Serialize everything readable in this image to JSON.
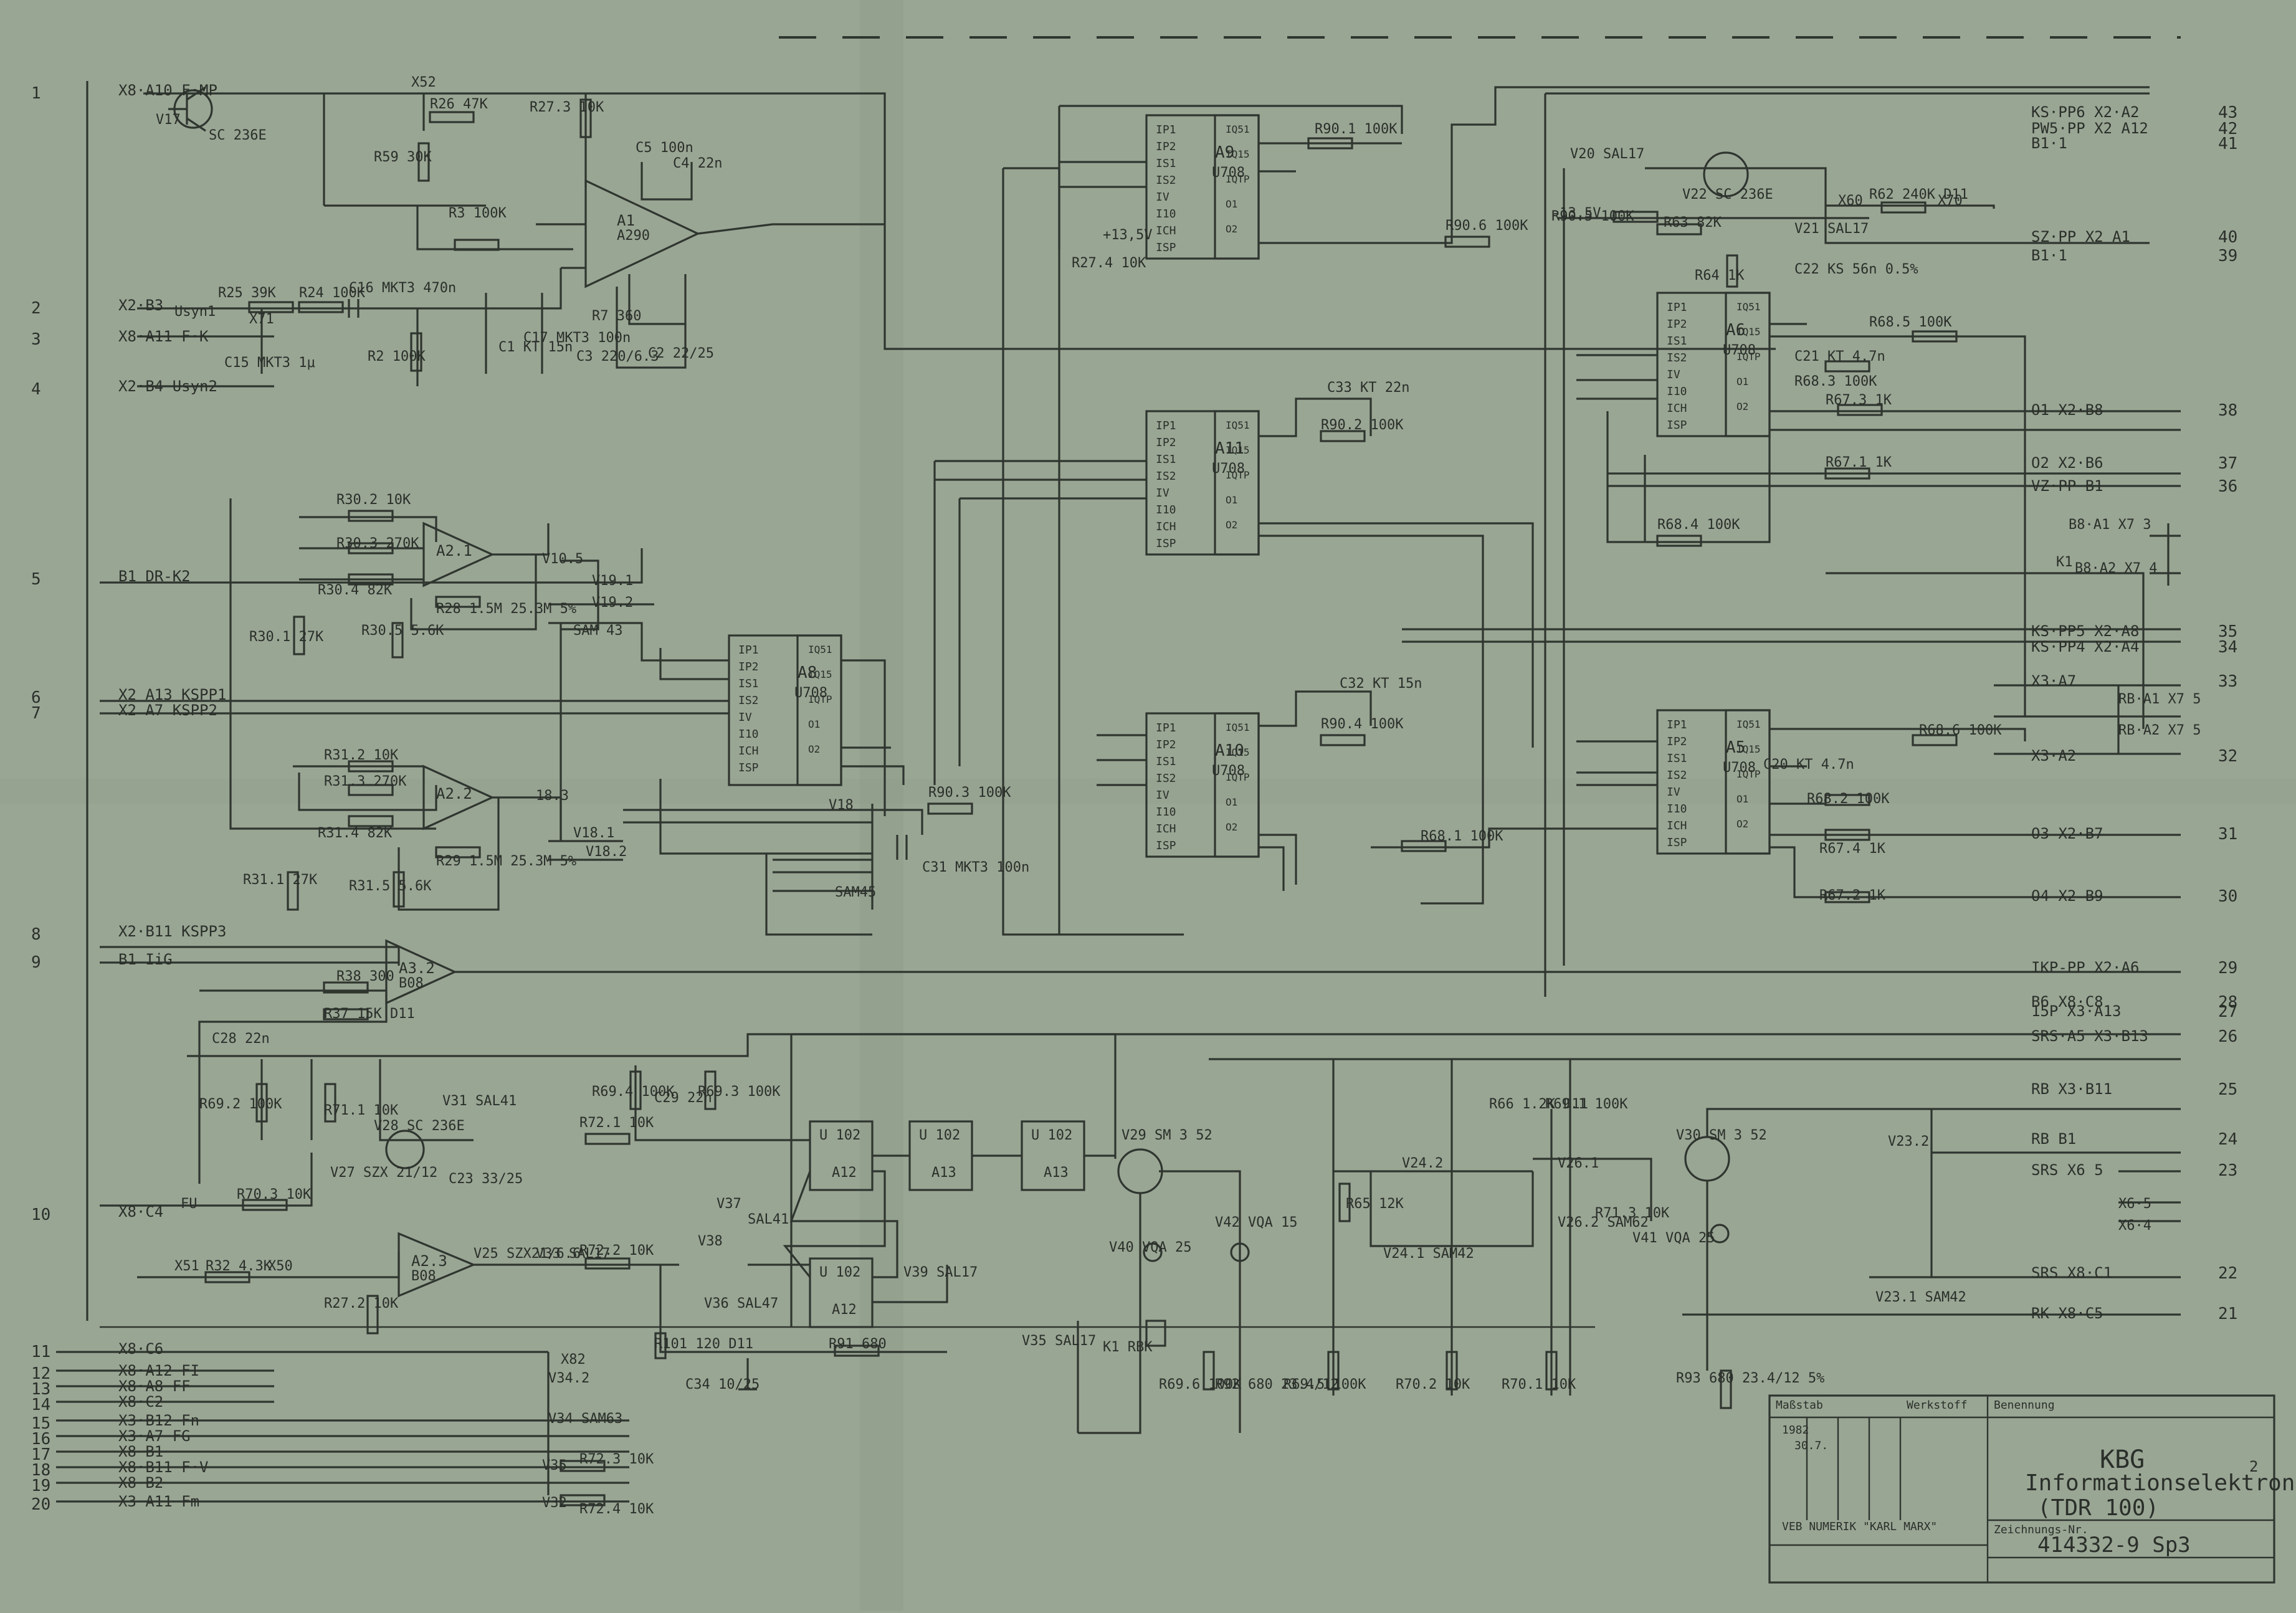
{
  "colors": {
    "paper": "#9aa694",
    "ink": "#2f352f",
    "fold": "#8d9987"
  },
  "left_connectors": [
    {
      "num": "1",
      "label": "X8·A10 F·MP"
    },
    {
      "num": "2",
      "label": "X2·B3"
    },
    {
      "num": "3",
      "label": "X8·A11 F·K"
    },
    {
      "num": "4",
      "label": "X2·B4 Usyn2"
    },
    {
      "num": "5",
      "label": "B1 DR-K2"
    },
    {
      "num": "6",
      "label": "X2 A13 KSPP1"
    },
    {
      "num": "7",
      "label": "X2 A7 KSPP2"
    },
    {
      "num": "8",
      "label": "X2·B11 KSPP3"
    },
    {
      "num": "9",
      "label": "B1 IiG"
    },
    {
      "num": "10",
      "label": "X8·C4"
    },
    {
      "num": "11",
      "label": "X8·C6"
    },
    {
      "num": "12",
      "label": "X8·A12 FI"
    },
    {
      "num": "13",
      "label": "X8·A8 FF"
    },
    {
      "num": "14",
      "label": "X8·C2"
    },
    {
      "num": "15",
      "label": "X3·B12 Fn"
    },
    {
      "num": "16",
      "label": "X3·A7 FG"
    },
    {
      "num": "17",
      "label": "X8 B1"
    },
    {
      "num": "18",
      "label": "X8·B11 F·V"
    },
    {
      "num": "19",
      "label": "X8 B2"
    },
    {
      "num": "20",
      "label": "X3 A11 Fm"
    }
  ],
  "right_connectors": [
    {
      "num": "43",
      "label": "KS·PP6 X2·A2"
    },
    {
      "num": "42",
      "label": "PW5·PP X2 A12"
    },
    {
      "num": "41",
      "label": "B1·1"
    },
    {
      "num": "40",
      "label": "SZ·PP X2 A1"
    },
    {
      "num": "39",
      "label": "B1·1"
    },
    {
      "num": "38",
      "label": "O1 X2·B8"
    },
    {
      "num": "37",
      "label": "O2 X2·B6"
    },
    {
      "num": "36",
      "label": "VZ·PP B1"
    },
    {
      "num": "35",
      "label": "KS·PP5 X2·A8"
    },
    {
      "num": "34",
      "label": "KS·PP4 X2·A4"
    },
    {
      "num": "33",
      "label": "X3·A7"
    },
    {
      "num": "32",
      "label": "X3·A2"
    },
    {
      "num": "31",
      "label": "O3 X2·B7"
    },
    {
      "num": "30",
      "label": "O4 X2 B9"
    },
    {
      "num": "29",
      "label": "IKP-PP X2·A6"
    },
    {
      "num": "28",
      "label": "B6 X8·C8"
    },
    {
      "num": "27",
      "label": "15P X3·A13"
    },
    {
      "num": "26",
      "label": "SRS·A5 X3·B13"
    },
    {
      "num": "25",
      "label": "RB X3·B11"
    },
    {
      "num": "24",
      "label": "RB B1"
    },
    {
      "num": "23",
      "label": "SRS X6 5"
    },
    {
      "num": "22",
      "label": "SRS X8·C1"
    },
    {
      "num": "21",
      "label": "RK X8·C5"
    }
  ],
  "ics": [
    {
      "ref": "A9",
      "type": "U708",
      "pins_l": [
        "IP1",
        "IP2",
        "IS1",
        "IS2",
        "IV",
        "I10",
        "ICH",
        "ISP"
      ],
      "pins_r": [
        "IQ51",
        "IQ15",
        "IQTP",
        "O1",
        "O2"
      ]
    },
    {
      "ref": "A11",
      "type": "U708",
      "pins_l": [
        "IP1",
        "IP2",
        "IS1",
        "IS2",
        "IV",
        "I10",
        "ICH",
        "ISP"
      ],
      "pins_r": [
        "IQ51",
        "IQ15",
        "IQTP",
        "O1",
        "O2"
      ]
    },
    {
      "ref": "A10",
      "type": "U708",
      "pins_l": [
        "IP1",
        "IP2",
        "IS1",
        "IS2",
        "IV",
        "I10",
        "ICH",
        "ISP"
      ],
      "pins_r": [
        "IQ51",
        "IQ15",
        "IQTP",
        "O1",
        "O2"
      ]
    },
    {
      "ref": "A8",
      "type": "U708",
      "pins_l": [
        "IP1",
        "IP2",
        "IS1",
        "IS2",
        "IV",
        "I10",
        "ICH",
        "ISP"
      ],
      "pins_r": [
        "IQ51",
        "IQ15",
        "IQTP",
        "O1",
        "O2"
      ]
    },
    {
      "ref": "A6",
      "type": "U708",
      "pins_l": [
        "IP1",
        "IP2",
        "IS1",
        "IS2",
        "IV",
        "I10",
        "ICH",
        "ISP"
      ],
      "pins_r": [
        "IQ51",
        "IQ15",
        "IQTP",
        "O1",
        "O2"
      ]
    },
    {
      "ref": "A5",
      "type": "U708",
      "pins_l": [
        "IP1",
        "IP2",
        "IS1",
        "IS2",
        "IV",
        "I10",
        "ICH",
        "ISP"
      ],
      "pins_r": [
        "IQ51",
        "IQ15",
        "IQTP",
        "O1",
        "O2"
      ]
    }
  ],
  "opamps": [
    {
      "ref": "A1",
      "type": "A290"
    },
    {
      "ref": "A2.1",
      "type": ""
    },
    {
      "ref": "A2.2",
      "type": ""
    },
    {
      "ref": "A3.2",
      "type": "B08"
    },
    {
      "ref": "A2.3",
      "type": "B08"
    }
  ],
  "gates": [
    {
      "ref": "A12",
      "type": "U 102"
    },
    {
      "ref": "A13",
      "type": "U 102"
    },
    {
      "ref": "A13",
      "type": "U 102"
    },
    {
      "ref": "A12",
      "type": "U 102"
    }
  ],
  "labels": {
    "supply": "+13,5V",
    "supply_neg": "-13,5V",
    "v17": "V17",
    "v17t": "SC 236E",
    "r26": "R26 47K",
    "r273": "R27.3 10K",
    "r59": "R59 30K",
    "r3": "R3 100K",
    "r2": "R2 100K",
    "c5": "C5 100n",
    "c4": "C4 22n",
    "c1": "C1 KT 15n",
    "c17": "C17 MKT3 100n",
    "c3": "C3 220/6.3",
    "c2": "C2 22/25",
    "r7": "R7 360",
    "r25": "R25 39K",
    "r24": "R24 100K",
    "c16": "C16 MKT3 470n",
    "c15": "C15 MKT3 1μ",
    "x52": "X52",
    "x71": "X71",
    "usyn1": "Usyn1",
    "r302": "R30.2 10K",
    "r303": "R30.3 270K",
    "r304": "R30.4 82K",
    "r301": "R30.1 27K",
    "r305": "R30.5 5.6K",
    "r28": "R28 1.5M 25.3M 5%",
    "r312": "R31.2 10K",
    "r313": "R31.3 270K",
    "r314": "R31.4 82K",
    "r311": "R31.1 27K",
    "r315": "R31.5 5.6K",
    "r29": "R29 1.5M 25.3M 5%",
    "v191": "V19.1",
    "v192": "V19.2",
    "sam43": "SAM 43",
    "v181": "V18.1",
    "v182": "V18.2",
    "v183": "18.3",
    "v105": "V10.5",
    "v18": "V18",
    "sam45": "SAM45",
    "r903": "R90.3 100K",
    "c31": "C31 MKT3 100n",
    "r38": "R38 300",
    "r37": "R37 15K D11",
    "c28": "C28 22n",
    "r692": "R69.2 100K",
    "r711": "R71.1 10K",
    "v28": "V28 SC 236E",
    "v31": "V31 SAL41",
    "r721": "R72.1 10K",
    "r694": "R69.4 100K",
    "c29": "C29 22n",
    "r693": "R69.3 100K",
    "c23": "C23 33/25",
    "v27": "V27 SZX 21/12",
    "r703": "R70.3 10K",
    "fu": "FU",
    "r32": "R32 4.3K",
    "x51": "X51",
    "x50": "X50",
    "r272": "R27.2 10K",
    "v25": "V25 SZX21/6.6",
    "v33": "V33 SAL17",
    "r722": "R72.2 10K",
    "v37": "V37",
    "v371": "SAL41",
    "v38": "V38",
    "v39": "V39 SAL17",
    "v36": "V36 SAL47",
    "r101": "R101 120 D11",
    "r91": "R91 680",
    "c34": "C34 10/25",
    "x821": "X82",
    "v342": "V34.2",
    "v341": "V34 SAM63",
    "v35": "V35",
    "r723": "R72.3 10K",
    "v32": "V32",
    "r724": "R72.4 10K",
    "v29": "V29 SM 3 52",
    "v40": "V40 VQA 25",
    "v42": "V42 VQA 15",
    "k1": "K1 RBK",
    "v35b": "V35 SAL17",
    "r696": "R69.6 100K",
    "r92": "R92 680 23.4/12",
    "r695": "R69.5 100K",
    "r65": "R65 12K",
    "v242": "V24.2",
    "v241": "V24.1 SAM42",
    "r66": "R66 1.2K D11",
    "r691": "R69.1 100K",
    "r702": "R70.2 10K",
    "r701": "R70.1 10K",
    "v261": "V26.1",
    "v262": "V26.2 SAM62",
    "r713": "R71.3 10K",
    "v30": "V30 SM 3 52",
    "v41": "V41 VQA 25",
    "r93": "R93 680 23.4/12 5%",
    "v232": "V23.2",
    "v231": "V23.1 SAM42",
    "r274": "R27.4 10K",
    "r901": "R90.1 100K",
    "r906": "R90.6 100K",
    "r905": "R90.5 100K",
    "v20": "V20 SAL17",
    "v22": "V22 SC 236E",
    "r63": "R63 82K",
    "r64": "R64 1K",
    "v21": "V21 SAL17",
    "c22": "C22 KS 56n 0.5%",
    "x60": "X60",
    "r62": "R62 240K D11",
    "x70": "X70",
    "r685": "R68.5 100K",
    "c21": "C21 KT 4.7n",
    "r683": "R68.3 100K",
    "r673": "R67.3 1K",
    "r671": "R67.1 1K",
    "r684": "R68.4 100K",
    "c33": "C33 KT 22n",
    "r902": "R90.2 100K",
    "c32": "C32 KT 15n",
    "r904": "R90.4 100K",
    "r681": "R68.1 100K",
    "r686": "R68.6 100K",
    "c20": "C20 KT 4.7n",
    "r682": "R68.2 100K",
    "r674": "R67.4 1K",
    "r672": "R67.2 1K",
    "k1c": "K1",
    "b8a1": "B8·A1 X7 3",
    "b8a2": "B8·A2 X7 4",
    "rba1": "RB·A1 X7 5",
    "rba2": "RB·A2 X7 5",
    "x65": "X6·5",
    "x64": "X6·4"
  },
  "title_block": {
    "company": "VEB NUMERIK \"KARL MARX\"",
    "title1": "KBG",
    "title2": "Informationselektronik",
    "title3": "(TDR 100)",
    "drawing_no": "414332-9 Sp3",
    "year": "1982",
    "date": "30.7.",
    "head1": "Maßstab",
    "head2": "Werkstoff",
    "head3": "Benennung",
    "head4": "Zeichnungs-Nr.",
    "sheet": "2"
  }
}
